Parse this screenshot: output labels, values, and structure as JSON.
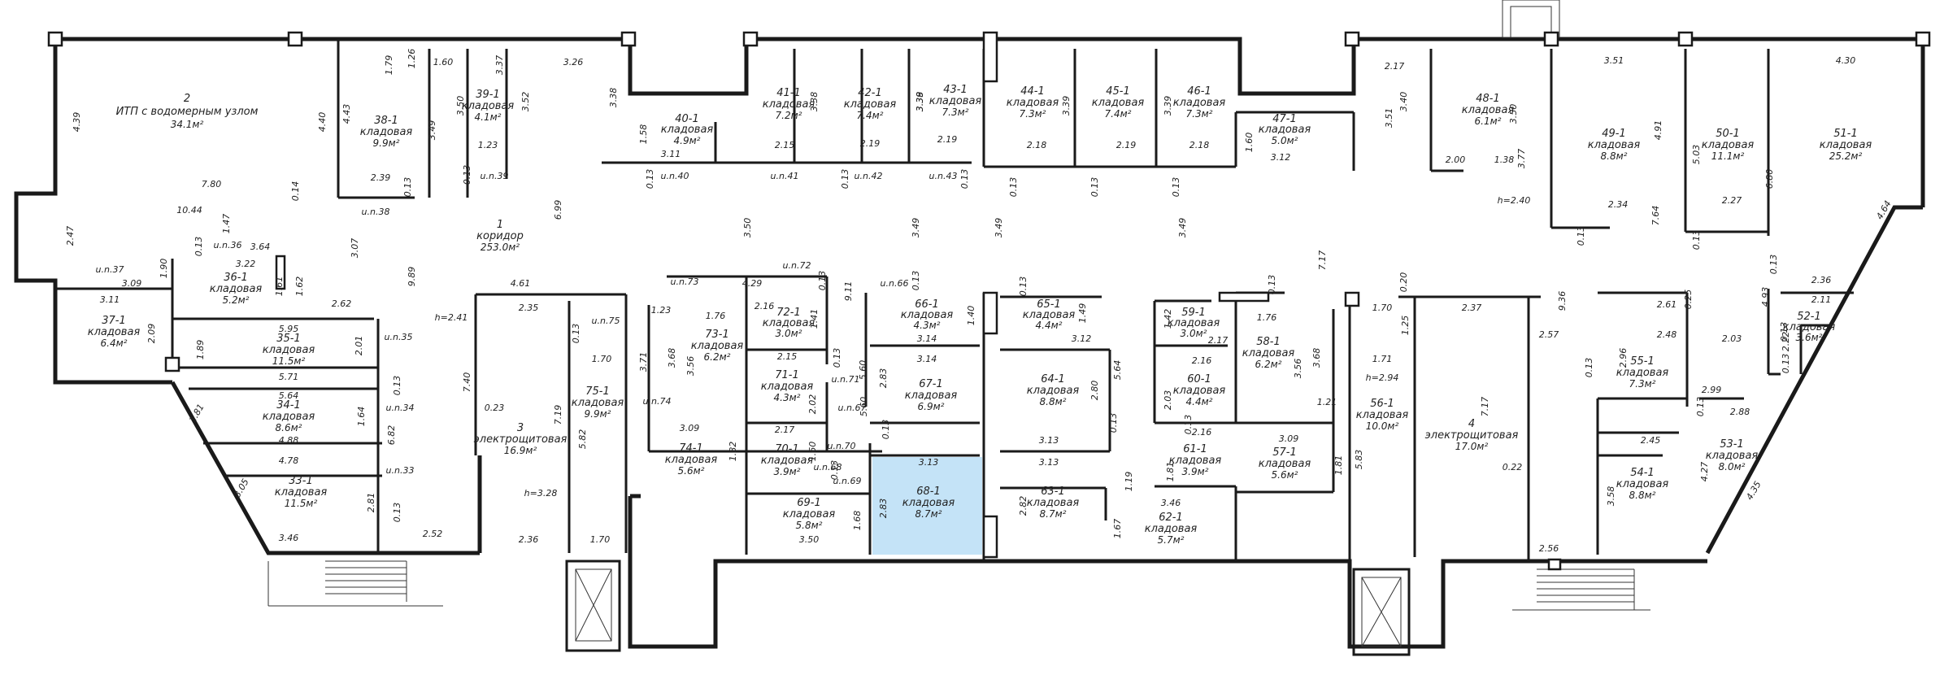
{
  "highlight": {
    "room": "68-1",
    "color": "#c4e3f7"
  },
  "rooms": [
    {
      "id": "r2",
      "no": "2",
      "name": "ИТП с водомерным узлом",
      "area": "34.1м²"
    },
    {
      "id": "r38-1",
      "no": "38-1",
      "name": "кладовая",
      "area": "9.9м²"
    },
    {
      "id": "r39-1",
      "no": "39-1",
      "name": "кладовая",
      "area": "4.1м²"
    },
    {
      "id": "r40-1",
      "no": "40-1",
      "name": "кладовая",
      "area": "4.9м²"
    },
    {
      "id": "r41-1",
      "no": "41-1",
      "name": "кладовая",
      "area": "7.2м²"
    },
    {
      "id": "r42-1",
      "no": "42-1",
      "name": "кладовая",
      "area": "7.4м²"
    },
    {
      "id": "r43-1",
      "no": "43-1",
      "name": "кладовая",
      "area": "7.3м²"
    },
    {
      "id": "r44-1",
      "no": "44-1",
      "name": "кладовая",
      "area": "7.3м²"
    },
    {
      "id": "r45-1",
      "no": "45-1",
      "name": "кладовая",
      "area": "7.4м²"
    },
    {
      "id": "r46-1",
      "no": "46-1",
      "name": "кладовая",
      "area": "7.3м²"
    },
    {
      "id": "r47-1",
      "no": "47-1",
      "name": "кладовая",
      "area": "5.0м²"
    },
    {
      "id": "r48-1",
      "no": "48-1",
      "name": "кладовая",
      "area": "6.1м²"
    },
    {
      "id": "r49-1",
      "no": "49-1",
      "name": "кладовая",
      "area": "8.8м²"
    },
    {
      "id": "r50-1",
      "no": "50-1",
      "name": "кладовая",
      "area": "11.1м²"
    },
    {
      "id": "r51-1",
      "no": "51-1",
      "name": "кладовая",
      "area": "25.2м²"
    },
    {
      "id": "r1",
      "no": "1",
      "name": "коридор",
      "area": "253.0м²"
    },
    {
      "id": "r36-1",
      "no": "36-1",
      "name": "кладовая",
      "area": "5.2м²"
    },
    {
      "id": "r37-1",
      "no": "37-1",
      "name": "кладовая",
      "area": "6.4м²"
    },
    {
      "id": "r35-1",
      "no": "35-1",
      "name": "кладовая",
      "area": "11.5м²"
    },
    {
      "id": "r34-1",
      "no": "34-1",
      "name": "кладовая",
      "area": "8.6м²"
    },
    {
      "id": "r33-1",
      "no": "33-1",
      "name": "кладовая",
      "area": "11.5м²"
    },
    {
      "id": "r3",
      "no": "3",
      "name": "электрощитовая",
      "area": "16.9м²"
    },
    {
      "id": "r75-1",
      "no": "75-1",
      "name": "кладовая",
      "area": "9.9м²"
    },
    {
      "id": "r73-1",
      "no": "73-1",
      "name": "кладовая",
      "area": "6.2м²"
    },
    {
      "id": "r72-1",
      "no": "72-1",
      "name": "кладовая",
      "area": "3.0м²"
    },
    {
      "id": "r71-1",
      "no": "71-1",
      "name": "кладовая",
      "area": "4.3м²"
    },
    {
      "id": "r74-1",
      "no": "74-1",
      "name": "кладовая",
      "area": "5.6м²"
    },
    {
      "id": "r70-1",
      "no": "70-1",
      "name": "кладовая",
      "area": "3.9м²"
    },
    {
      "id": "r69-1",
      "no": "69-1",
      "name": "кладовая",
      "area": "5.8м²"
    },
    {
      "id": "r66-1",
      "no": "66-1",
      "name": "кладовая",
      "area": "4.3м²"
    },
    {
      "id": "r67-1",
      "no": "67-1",
      "name": "кладовая",
      "area": "6.9м²"
    },
    {
      "id": "r68-1",
      "no": "68-1",
      "name": "кладовая",
      "area": "8.7м²"
    },
    {
      "id": "r65-1",
      "no": "65-1",
      "name": "кладовая",
      "area": "4.4м²"
    },
    {
      "id": "r64-1",
      "no": "64-1",
      "name": "кладовая",
      "area": "8.8м²"
    },
    {
      "id": "r63-1",
      "no": "63-1",
      "name": "кладовая",
      "area": "8.7м²"
    },
    {
      "id": "r62-1",
      "no": "62-1",
      "name": "кладовая",
      "area": "5.7м²"
    },
    {
      "id": "r59-1",
      "no": "59-1",
      "name": "кладовая",
      "area": "3.0м²"
    },
    {
      "id": "r58-1",
      "no": "58-1",
      "name": "кладовая",
      "area": "6.2м²"
    },
    {
      "id": "r60-1",
      "no": "60-1",
      "name": "кладовая",
      "area": "4.4м²"
    },
    {
      "id": "r61-1",
      "no": "61-1",
      "name": "кладовая",
      "area": "3.9м²"
    },
    {
      "id": "r57-1",
      "no": "57-1",
      "name": "кладовая",
      "area": "5.6м²"
    },
    {
      "id": "r56-1",
      "no": "56-1",
      "name": "кладовая",
      "area": "10.0м²"
    },
    {
      "id": "r4",
      "no": "4",
      "name": "электрощитовая",
      "area": "17.0м²"
    },
    {
      "id": "r55-1",
      "no": "55-1",
      "name": "кладовая",
      "area": "7.3м²"
    },
    {
      "id": "r54-1",
      "no": "54-1",
      "name": "кладовая",
      "area": "8.8м²"
    },
    {
      "id": "r53-1",
      "no": "53-1",
      "name": "кладовая",
      "area": "8.0м²"
    },
    {
      "id": "r52-1",
      "no": "52-1",
      "name": "кладовая",
      "area": "3.6м²"
    }
  ],
  "labels": [
    {
      "id": "d1",
      "text": "4.39"
    },
    {
      "id": "d2",
      "text": "1.79"
    },
    {
      "id": "d3",
      "text": "1.26"
    },
    {
      "id": "d4",
      "text": "1.60"
    },
    {
      "id": "d5",
      "text": "3.37"
    },
    {
      "id": "d6",
      "text": "3.50"
    },
    {
      "id": "d7",
      "text": "3.52"
    },
    {
      "id": "d8",
      "text": "3.26"
    },
    {
      "id": "d9",
      "text": "4.40"
    },
    {
      "id": "d10",
      "text": "4.43"
    },
    {
      "id": "d11",
      "text": "3.49"
    },
    {
      "id": "d12",
      "text": "1.23"
    },
    {
      "id": "d13",
      "text": "0.13"
    },
    {
      "id": "d14",
      "text": "u.n.39"
    },
    {
      "id": "d15",
      "text": "2.39"
    },
    {
      "id": "d16",
      "text": "0.13"
    },
    {
      "id": "d17",
      "text": "u.n.38"
    },
    {
      "id": "d18",
      "text": "7.80"
    },
    {
      "id": "d19",
      "text": "0.14"
    },
    {
      "id": "d20",
      "text": "10.44"
    },
    {
      "id": "d21",
      "text": "1.47"
    },
    {
      "id": "d22",
      "text": "6.99"
    },
    {
      "id": "d23",
      "text": "3.38"
    },
    {
      "id": "d24",
      "text": "1.58"
    },
    {
      "id": "d25",
      "text": "3.11"
    },
    {
      "id": "d26",
      "text": "0.13"
    },
    {
      "id": "d27",
      "text": "u.n.40"
    },
    {
      "id": "d28",
      "text": "3.38"
    },
    {
      "id": "d29",
      "text": "2.15"
    },
    {
      "id": "d30",
      "text": "u.n.41"
    },
    {
      "id": "d31",
      "text": "3.38"
    },
    {
      "id": "d32",
      "text": "2.19"
    },
    {
      "id": "d33",
      "text": "0.13"
    },
    {
      "id": "d34",
      "text": "u.n.42"
    },
    {
      "id": "d35",
      "text": "3.39"
    },
    {
      "id": "d36",
      "text": "2.19"
    },
    {
      "id": "d37",
      "text": "u.n.43"
    },
    {
      "id": "d38",
      "text": "0.13"
    },
    {
      "id": "d39",
      "text": "2.18"
    },
    {
      "id": "d40",
      "text": "0.13"
    },
    {
      "id": "d41",
      "text": "3.39"
    },
    {
      "id": "d42",
      "text": "2.19"
    },
    {
      "id": "d43",
      "text": "0.13"
    },
    {
      "id": "d44",
      "text": "3.39"
    },
    {
      "id": "d45",
      "text": "2.18"
    },
    {
      "id": "d46",
      "text": "0.13"
    },
    {
      "id": "d47",
      "text": "1.60"
    },
    {
      "id": "d48",
      "text": "3.12"
    },
    {
      "id": "d49",
      "text": "2.17"
    },
    {
      "id": "d50",
      "text": "3.51"
    },
    {
      "id": "d51",
      "text": "4.30"
    },
    {
      "id": "d52",
      "text": "3.40"
    },
    {
      "id": "d53",
      "text": "3.50"
    },
    {
      "id": "d54",
      "text": "3.51"
    },
    {
      "id": "d55",
      "text": "2.00"
    },
    {
      "id": "d56",
      "text": "1.38"
    },
    {
      "id": "d57",
      "text": "3.77"
    },
    {
      "id": "d58",
      "text": "4.91"
    },
    {
      "id": "d59",
      "text": "5.03"
    },
    {
      "id": "d60",
      "text": "6.80"
    },
    {
      "id": "d61",
      "text": "2.34"
    },
    {
      "id": "d62",
      "text": "2.27"
    },
    {
      "id": "d63",
      "text": "h=2.40"
    },
    {
      "id": "d64",
      "text": "7.64"
    },
    {
      "id": "d65",
      "text": "4.64"
    },
    {
      "id": "d66",
      "text": "0.13"
    },
    {
      "id": "d67",
      "text": "0.13"
    },
    {
      "id": "d68",
      "text": "2.47"
    },
    {
      "id": "d69",
      "text": "u.n.36"
    },
    {
      "id": "d70",
      "text": "3.64"
    },
    {
      "id": "d71",
      "text": "0.13"
    },
    {
      "id": "d72",
      "text": "3.22"
    },
    {
      "id": "d73",
      "text": "3.07"
    },
    {
      "id": "d74",
      "text": "3.50"
    },
    {
      "id": "d75",
      "text": "3.49"
    },
    {
      "id": "d76",
      "text": "3.49"
    },
    {
      "id": "d77",
      "text": "3.49"
    },
    {
      "id": "d78",
      "text": "u.n.37"
    },
    {
      "id": "d79",
      "text": "1.90"
    },
    {
      "id": "d80",
      "text": "3.11"
    },
    {
      "id": "d81",
      "text": "3.09"
    },
    {
      "id": "d82",
      "text": "1.61"
    },
    {
      "id": "d83",
      "text": "1.62"
    },
    {
      "id": "d84",
      "text": "9.89"
    },
    {
      "id": "d85",
      "text": "7.17"
    },
    {
      "id": "d86",
      "text": "9.36"
    },
    {
      "id": "d87",
      "text": "4.61"
    },
    {
      "id": "d88",
      "text": "2.35"
    },
    {
      "id": "d89",
      "text": "2.62"
    },
    {
      "id": "d90",
      "text": "2.09"
    },
    {
      "id": "d91",
      "text": "5.95"
    },
    {
      "id": "d92",
      "text": "2.01"
    },
    {
      "id": "d93",
      "text": "u.n.35"
    },
    {
      "id": "d94",
      "text": "h=2.41"
    },
    {
      "id": "d95",
      "text": "0.13"
    },
    {
      "id": "d96",
      "text": "u.n.75"
    },
    {
      "id": "d97",
      "text": "1.70"
    },
    {
      "id": "d98",
      "text": "3.71"
    },
    {
      "id": "d99",
      "text": "1.89"
    },
    {
      "id": "d100",
      "text": "5.71"
    },
    {
      "id": "d101",
      "text": "0.13"
    },
    {
      "id": "d102",
      "text": "7.40"
    },
    {
      "id": "d103",
      "text": "5.64"
    },
    {
      "id": "d104",
      "text": "0.23"
    },
    {
      "id": "d105",
      "text": "7.19"
    },
    {
      "id": "d106",
      "text": "5.82"
    },
    {
      "id": "d107",
      "text": "1.64"
    },
    {
      "id": "d108",
      "text": "u.n.34"
    },
    {
      "id": "d109",
      "text": "6.82"
    },
    {
      "id": "d110",
      "text": "4.88"
    },
    {
      "id": "d111",
      "text": "1.81"
    },
    {
      "id": "d112",
      "text": "4.78"
    },
    {
      "id": "d113",
      "text": "u.n.33"
    },
    {
      "id": "d114",
      "text": "3.05"
    },
    {
      "id": "d115",
      "text": "2.81"
    },
    {
      "id": "d116",
      "text": "0.13"
    },
    {
      "id": "d117",
      "text": "h=3.28"
    },
    {
      "id": "d118",
      "text": "3.46"
    },
    {
      "id": "d119",
      "text": "2.52"
    },
    {
      "id": "d120",
      "text": "2.36"
    },
    {
      "id": "d121",
      "text": "1.70"
    },
    {
      "id": "d122",
      "text": "u.n.73"
    },
    {
      "id": "d123",
      "text": "4.29"
    },
    {
      "id": "d124",
      "text": "u.n.72"
    },
    {
      "id": "d125",
      "text": "0.13"
    },
    {
      "id": "d126",
      "text": "9.11"
    },
    {
      "id": "d127",
      "text": "1.23"
    },
    {
      "id": "d128",
      "text": "1.76"
    },
    {
      "id": "d129",
      "text": "2.16"
    },
    {
      "id": "d130",
      "text": "1.41"
    },
    {
      "id": "d131",
      "text": "3.68"
    },
    {
      "id": "d132",
      "text": "3.56"
    },
    {
      "id": "d133",
      "text": "2.15"
    },
    {
      "id": "d134",
      "text": "0.13"
    },
    {
      "id": "d135",
      "text": "u.n.71"
    },
    {
      "id": "d136",
      "text": "u.n.74"
    },
    {
      "id": "d137",
      "text": "2.02"
    },
    {
      "id": "d138",
      "text": "5.60"
    },
    {
      "id": "d139",
      "text": "3.09"
    },
    {
      "id": "d140",
      "text": "2.17"
    },
    {
      "id": "d141",
      "text": "1.82"
    },
    {
      "id": "d142",
      "text": "1.60"
    },
    {
      "id": "d143",
      "text": "u.n.70"
    },
    {
      "id": "d144",
      "text": "0.13"
    },
    {
      "id": "d145",
      "text": "u.n.68"
    },
    {
      "id": "d146",
      "text": "u.n.69"
    },
    {
      "id": "d147",
      "text": "1.68"
    },
    {
      "id": "d148",
      "text": "3.50"
    },
    {
      "id": "d149",
      "text": "u.n.66"
    },
    {
      "id": "d150",
      "text": "0.13"
    },
    {
      "id": "d151",
      "text": "1.40"
    },
    {
      "id": "d152",
      "text": "3.14"
    },
    {
      "id": "d153",
      "text": "3.14"
    },
    {
      "id": "d154",
      "text": "5.60"
    },
    {
      "id": "d155",
      "text": "2.83"
    },
    {
      "id": "d156",
      "text": "u.n.67"
    },
    {
      "id": "d157",
      "text": "0.13"
    },
    {
      "id": "d158",
      "text": "3.13"
    },
    {
      "id": "d159",
      "text": "2.83"
    },
    {
      "id": "d160",
      "text": "0.13"
    },
    {
      "id": "d161",
      "text": "1.49"
    },
    {
      "id": "d162",
      "text": "3.12"
    },
    {
      "id": "d163",
      "text": "5.64"
    },
    {
      "id": "d164",
      "text": "2.80"
    },
    {
      "id": "d165",
      "text": "0.13"
    },
    {
      "id": "d166",
      "text": "3.13"
    },
    {
      "id": "d167",
      "text": "3.13"
    },
    {
      "id": "d168",
      "text": "2.82"
    },
    {
      "id": "d169",
      "text": "1.19"
    },
    {
      "id": "d170",
      "text": "1.67"
    },
    {
      "id": "d171",
      "text": "3.46"
    },
    {
      "id": "d172",
      "text": "1.42"
    },
    {
      "id": "d173",
      "text": "2.17"
    },
    {
      "id": "d174",
      "text": "0.13"
    },
    {
      "id": "d175",
      "text": "1.76"
    },
    {
      "id": "d176",
      "text": "2.16"
    },
    {
      "id": "d177",
      "text": "3.56"
    },
    {
      "id": "d178",
      "text": "3.68"
    },
    {
      "id": "d179",
      "text": "2.03"
    },
    {
      "id": "d180",
      "text": "0.13"
    },
    {
      "id": "d181",
      "text": "1.21"
    },
    {
      "id": "d182",
      "text": "2.16"
    },
    {
      "id": "d183",
      "text": "3.09"
    },
    {
      "id": "d184",
      "text": "1.81"
    },
    {
      "id": "d185",
      "text": "1.81"
    },
    {
      "id": "d186",
      "text": "0.20"
    },
    {
      "id": "d187",
      "text": "1.70"
    },
    {
      "id": "d188",
      "text": "2.37"
    },
    {
      "id": "d189",
      "text": "1.25"
    },
    {
      "id": "d190",
      "text": "1.71"
    },
    {
      "id": "d191",
      "text": "h=2.94"
    },
    {
      "id": "d192",
      "text": "7.17"
    },
    {
      "id": "d193",
      "text": "2.57"
    },
    {
      "id": "d194",
      "text": "5.83"
    },
    {
      "id": "d195",
      "text": "0.22"
    },
    {
      "id": "d196",
      "text": "0.13"
    },
    {
      "id": "d197",
      "text": "2.36"
    },
    {
      "id": "d198",
      "text": "4.93"
    },
    {
      "id": "d199",
      "text": "2.11"
    },
    {
      "id": "d200",
      "text": "0.13"
    },
    {
      "id": "d201",
      "text": "2.61"
    },
    {
      "id": "d202",
      "text": "0.25"
    },
    {
      "id": "d203",
      "text": "2.48"
    },
    {
      "id": "d204",
      "text": "2.03"
    },
    {
      "id": "d205",
      "text": "0.13"
    },
    {
      "id": "d206",
      "text": "2.22"
    },
    {
      "id": "d207",
      "text": "2.96"
    },
    {
      "id": "d208",
      "text": "0.13"
    },
    {
      "id": "d209",
      "text": "2.99"
    },
    {
      "id": "d210",
      "text": "0.13"
    },
    {
      "id": "d211",
      "text": "2.88"
    },
    {
      "id": "d212",
      "text": "2.45"
    },
    {
      "id": "d213",
      "text": "4.27"
    },
    {
      "id": "d214",
      "text": "3.58"
    },
    {
      "id": "d215",
      "text": "4.35"
    },
    {
      "id": "d216",
      "text": "2.56"
    }
  ]
}
